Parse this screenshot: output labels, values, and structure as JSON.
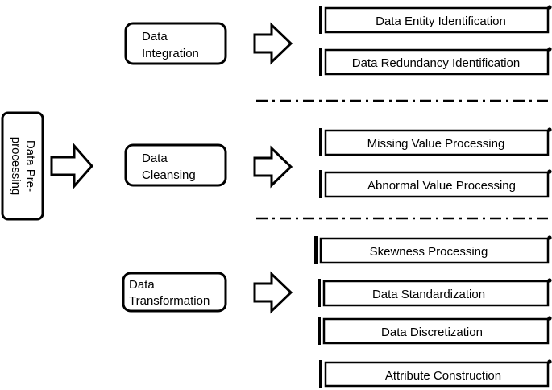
{
  "root": {
    "label": "Data Pre-processing",
    "lines": [
      "Data Pre-",
      "processing"
    ]
  },
  "sections": [
    {
      "id": "integration",
      "label_lines": [
        "Data",
        "Integration"
      ],
      "items": [
        "Data Entity Identification",
        "Data Redundancy Identification"
      ]
    },
    {
      "id": "cleansing",
      "label_lines": [
        "Data",
        "Cleansing"
      ],
      "items": [
        "Missing Value Processing",
        "Abnormal Value Processing"
      ]
    },
    {
      "id": "transformation",
      "label_lines": [
        "Data",
        "Transformation"
      ],
      "items": [
        "Skewness Processing",
        "Data Standardization",
        "Data Discretization",
        "Attribute Construction"
      ]
    }
  ]
}
